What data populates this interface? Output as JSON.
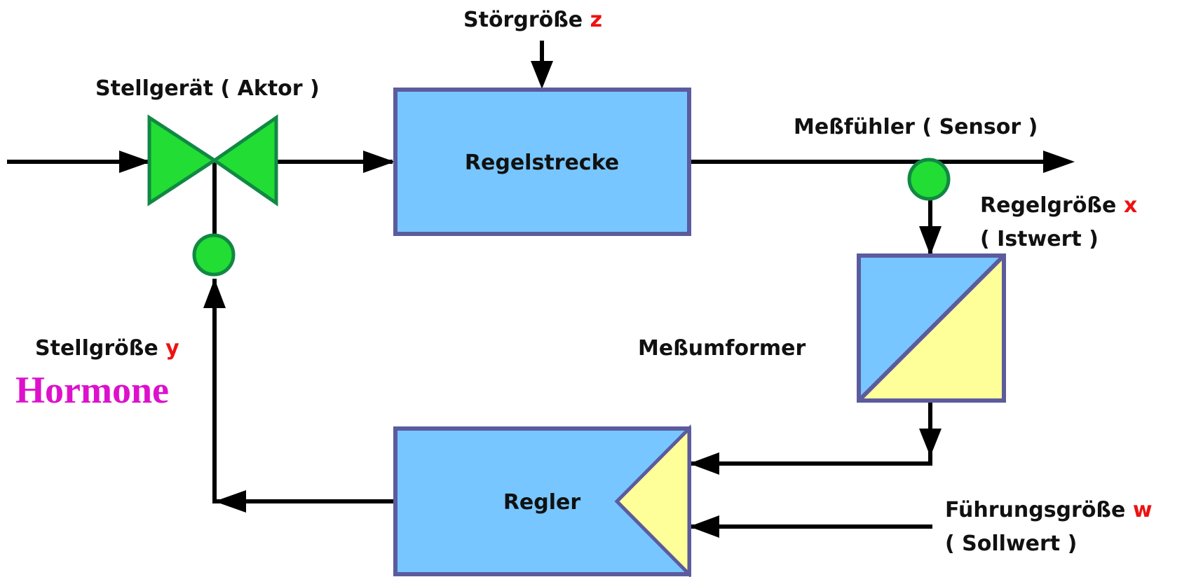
{
  "colors": {
    "box_fill": "#77c6ff",
    "box_stroke": "#5b5b9e",
    "valve_fill": "#22dd33",
    "valve_stroke": "#118844",
    "converter_yellow": "#ffff99",
    "variable_red": "#ee1111",
    "hormone_magenta": "#dd11cc",
    "line": "#000000"
  },
  "labels": {
    "disturbance_text": "Störgröße",
    "disturbance_var": "z",
    "actuator": "Stellgerät ( Aktor )",
    "plant": "Regelstrecke",
    "sensor": "Meßfühler ( Sensor )",
    "controlled_text": "Regelgröße",
    "controlled_var": "x",
    "controlled_sub": "( Istwert )",
    "transducer": "Meßumformer",
    "manipulated_text": "Stellgröße",
    "manipulated_var": "y",
    "hormone": "Hormone",
    "controller": "Regler",
    "reference_text": "Führungsgröße",
    "reference_var": "w",
    "reference_sub": "( Sollwert )"
  }
}
